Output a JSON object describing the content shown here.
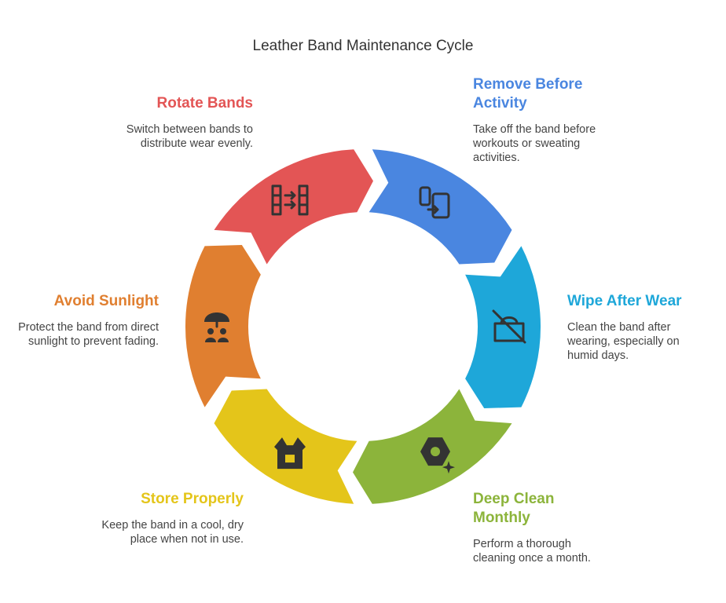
{
  "title": "Leather Band Maintenance Cycle",
  "steps": [
    {
      "heading": "Remove Before Activity",
      "description": "Take off the band before workouts or sweating activities.",
      "color": "#4a86e0",
      "icon": "watch-to-phone-icon"
    },
    {
      "heading": "Wipe After Wear",
      "description": "Clean the band after wearing, especially on humid days.",
      "color": "#1ea7d9",
      "icon": "no-humidity-icon"
    },
    {
      "heading": "Deep Clean Monthly",
      "description": "Perform a thorough cleaning once a month.",
      "color": "#8cb43b",
      "icon": "sparkle-clean-icon"
    },
    {
      "heading": "Store Properly",
      "description": "Keep the band in a cool, dry place when not in use.",
      "color": "#e4c51a",
      "icon": "storage-box-icon"
    },
    {
      "heading": "Avoid Sunlight",
      "description": "Protect the band from direct sunlight to prevent fading.",
      "color": "#e07f30",
      "icon": "umbrella-people-icon"
    },
    {
      "heading": "Rotate Bands",
      "description": "Switch between bands to distribute wear evenly.",
      "color": "#e35555",
      "icon": "swap-bands-icon"
    }
  ]
}
